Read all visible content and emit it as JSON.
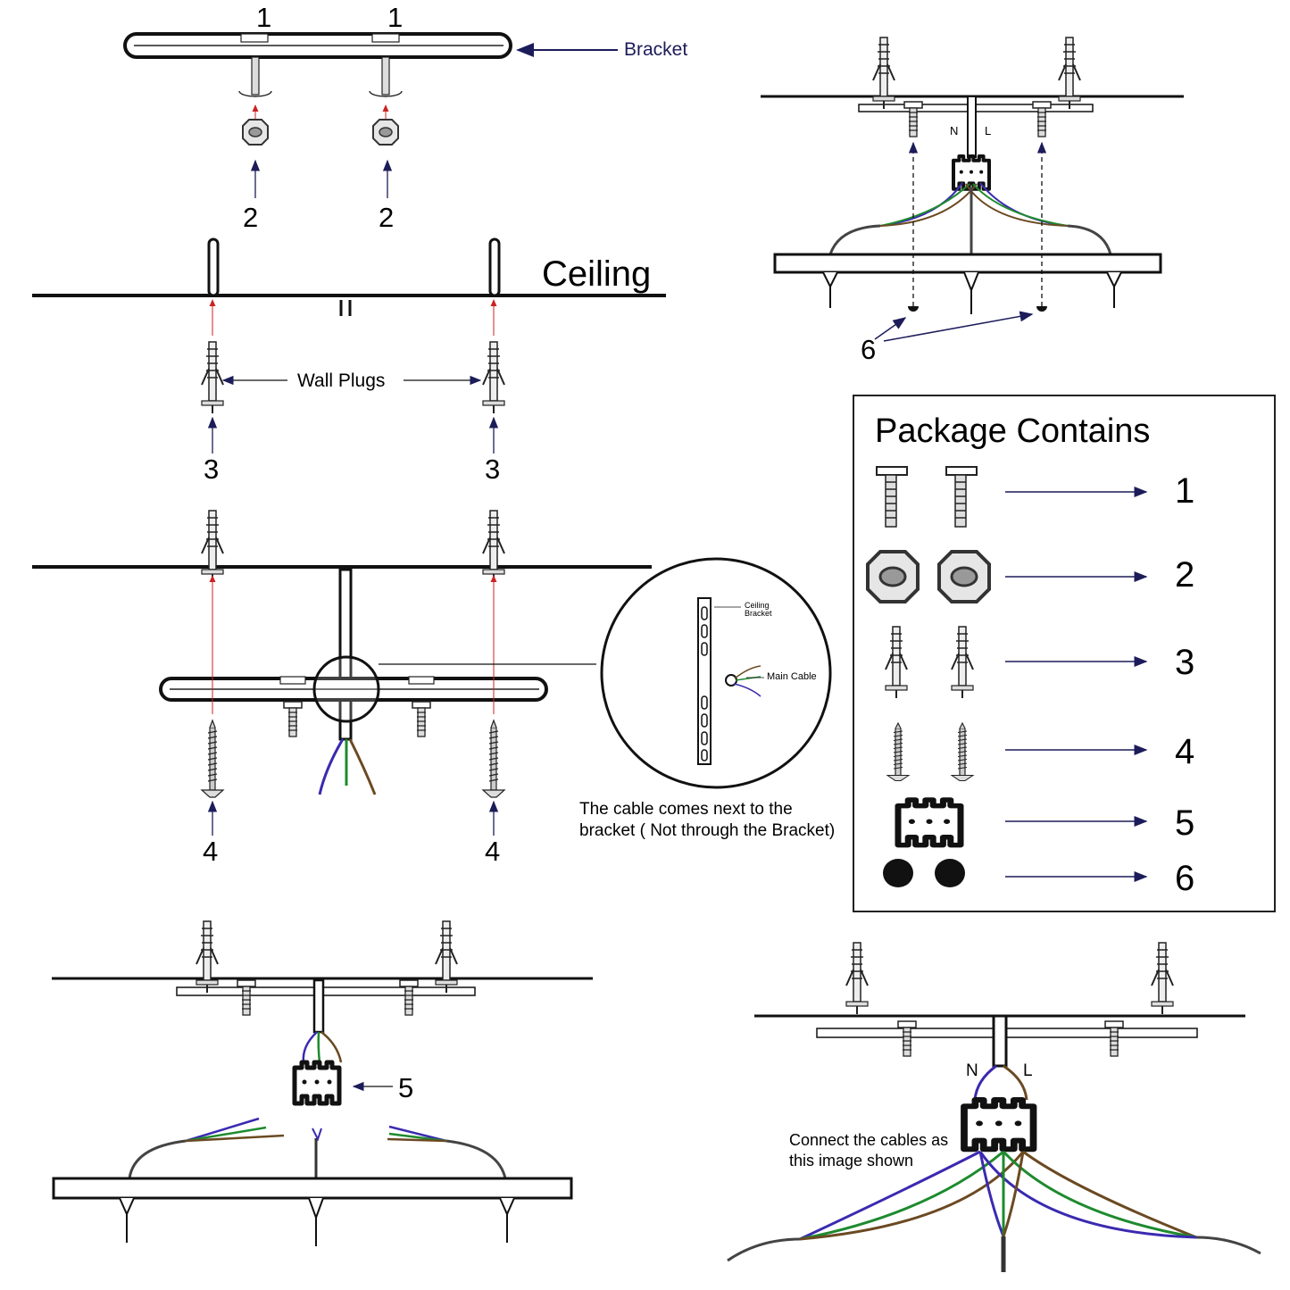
{
  "labels": {
    "bracket": "Bracket",
    "ceiling": "Ceiling",
    "wall_plugs": "Wall Plugs",
    "inset_ceiling_bracket": "Ceiling\nBracket",
    "inset_main_cable": "Main Cable",
    "cable_note": "The cable comes next to the bracket ( Not through the Bracket)",
    "connect_note": "Connect the cables as this image shown",
    "neutral": "N",
    "live": "L",
    "step_1": "1",
    "step_2": "2",
    "step_3": "3",
    "step_4": "4",
    "step_5": "5",
    "step_6": "6"
  },
  "package": {
    "title": "Package Contains",
    "items": [
      {
        "number": "1",
        "icon": "bracket-screw-icon"
      },
      {
        "number": "2",
        "icon": "hex-nut-icon"
      },
      {
        "number": "3",
        "icon": "wall-plug-icon"
      },
      {
        "number": "4",
        "icon": "wood-screw-icon"
      },
      {
        "number": "5",
        "icon": "terminal-block-icon"
      },
      {
        "number": "6",
        "icon": "end-cap-icon"
      }
    ]
  },
  "colors": {
    "line": "#111111",
    "guide_red": "#cc2222",
    "arrow_navy": "#1c1c5a",
    "wire_blue": "#3a2ab0",
    "wire_green": "#1e8a2e",
    "wire_brown": "#6b4a22"
  }
}
